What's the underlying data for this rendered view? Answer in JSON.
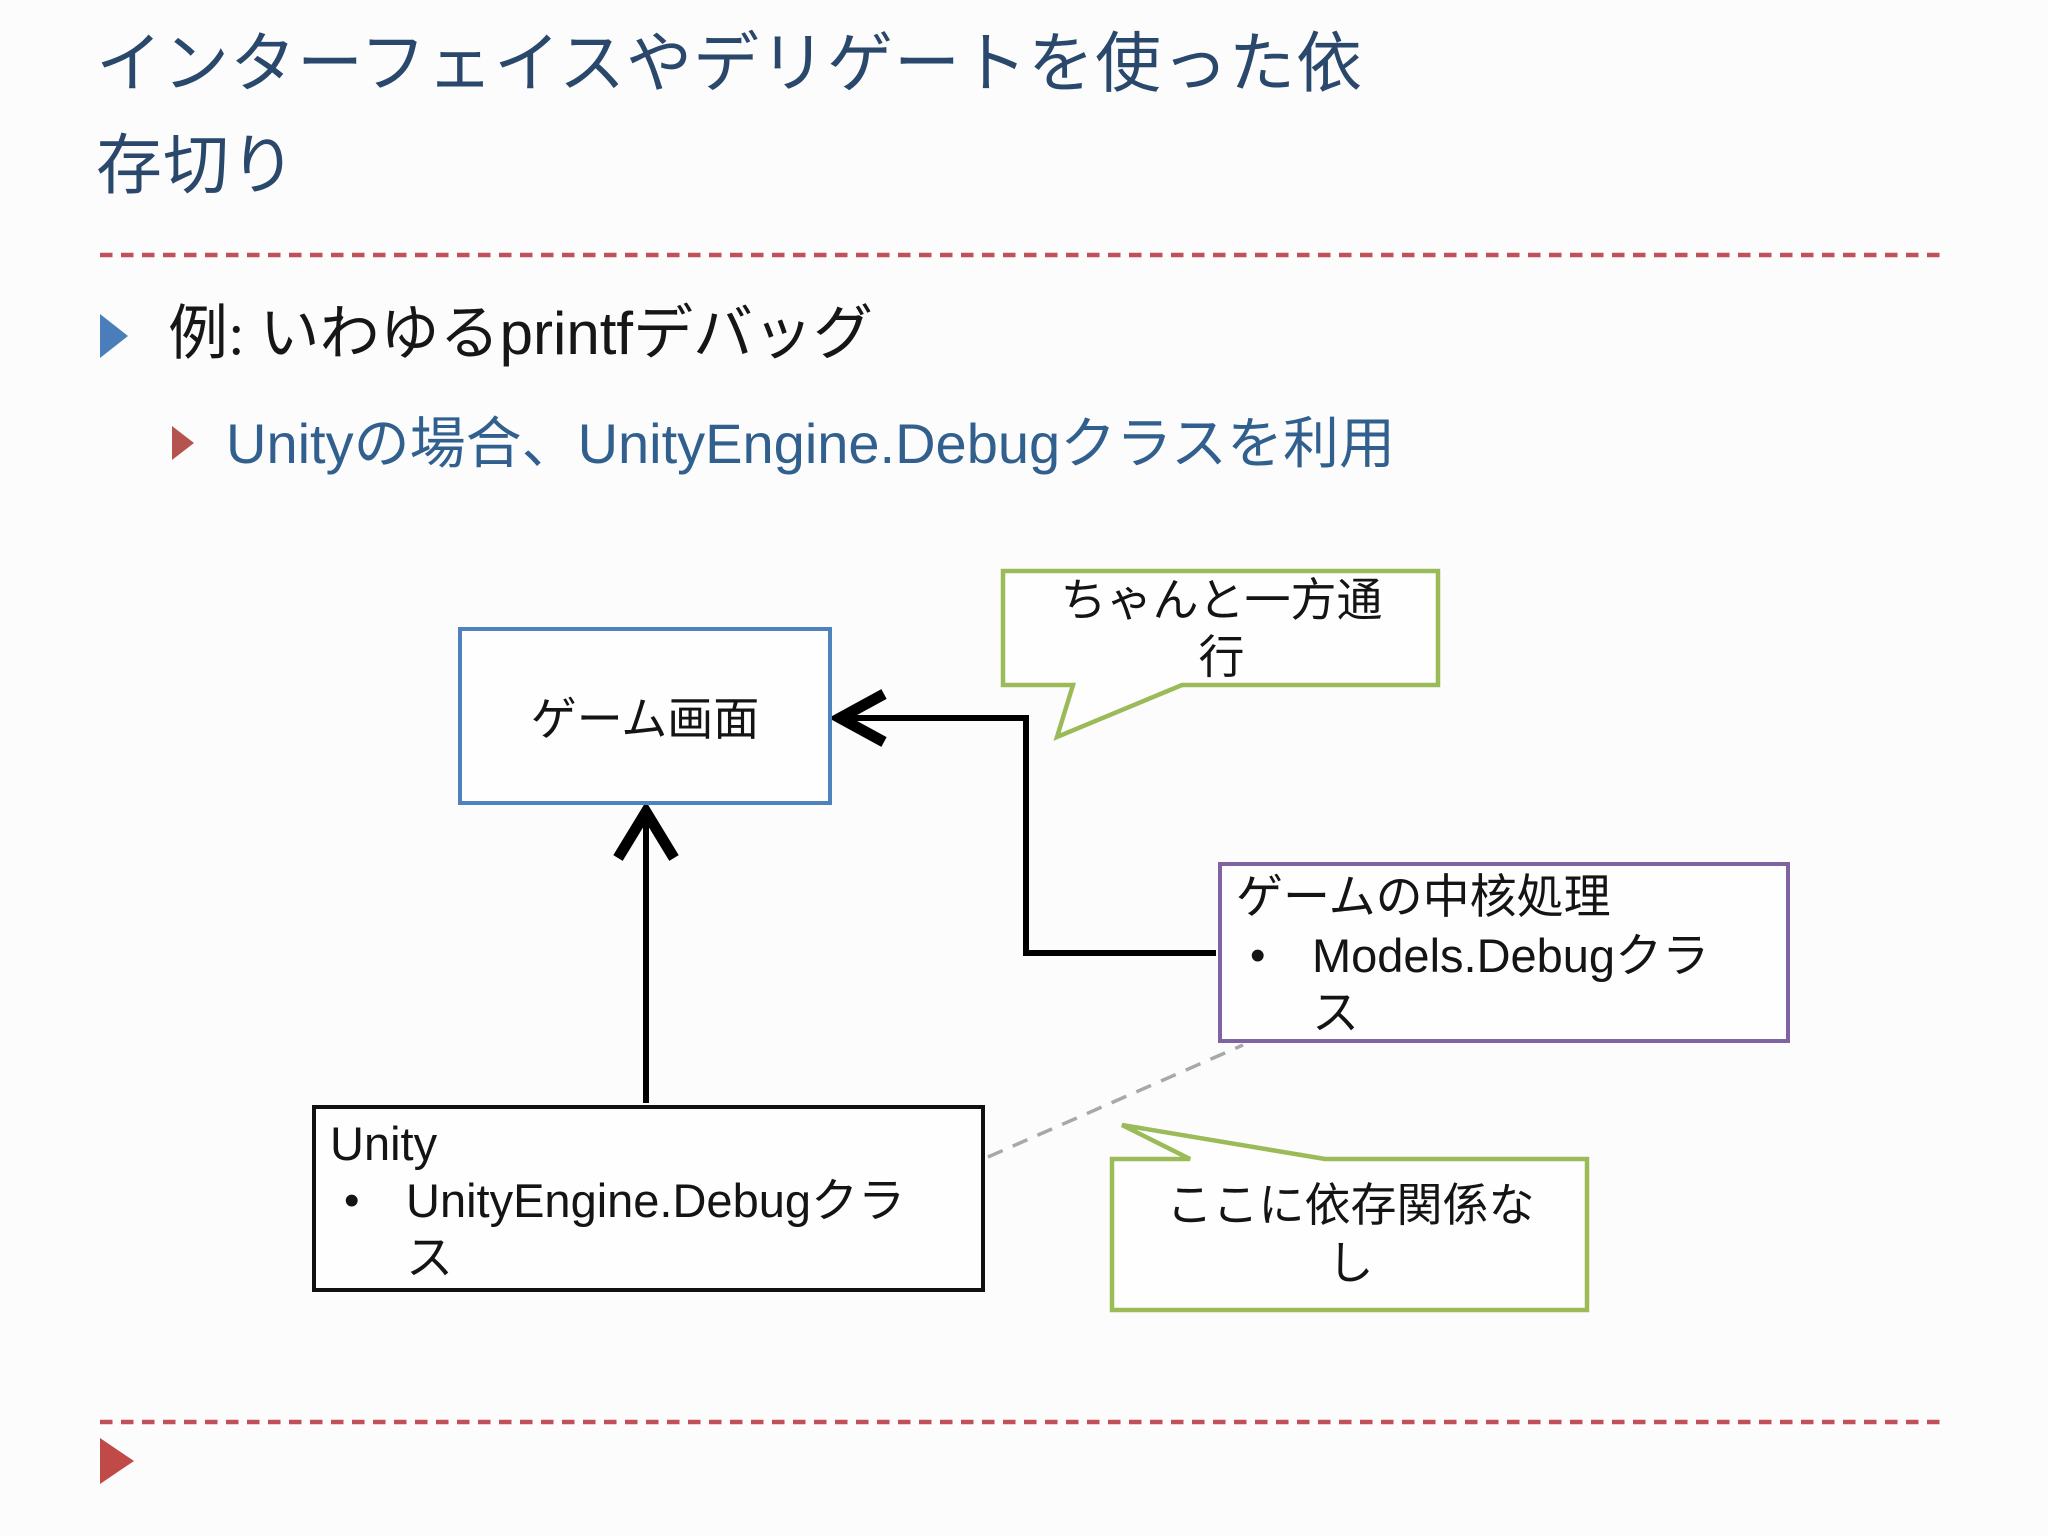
{
  "slide": {
    "title": "インターフェイスやデリゲートを使った依\n存切り",
    "bullets": {
      "level1": {
        "pre": "例: いわゆる",
        "code": "printf",
        "post": "デバッグ"
      },
      "level2": {
        "seg1": "Unity",
        "seg2": "の場合、",
        "seg3": "UnityEngine.Debug",
        "seg4": "クラスを利用"
      }
    }
  },
  "diagram": {
    "game_screen_box": {
      "label": "ゲーム画面"
    },
    "core_box": {
      "title": "ゲームの中核処理",
      "bullet_marker": "•",
      "bullet": "Models.Debugクラ\nス"
    },
    "unity_box": {
      "title": "Unity",
      "bullet_marker": "•",
      "bullet": "UnityEngine.Debugクラ\nス"
    },
    "callouts": {
      "one_way": "ちゃんと一方通\n行",
      "no_dependency": "ここに依存関係な\nし"
    }
  },
  "colors": {
    "title_text": "#29486b",
    "level2_text": "#31608e",
    "bullet1_triangle": "#4a7ebb",
    "bullet2_triangle": "#b5544e",
    "game_screen_border": "#4f81bd",
    "core_border": "#8064a2",
    "unity_border": "#111111",
    "callout_border": "#9bbb59",
    "divider_red": "#c0505a",
    "corner_triangle": "#bf4a48",
    "connector_gray": "#a8a8a8",
    "arrow_black": "#000000"
  }
}
